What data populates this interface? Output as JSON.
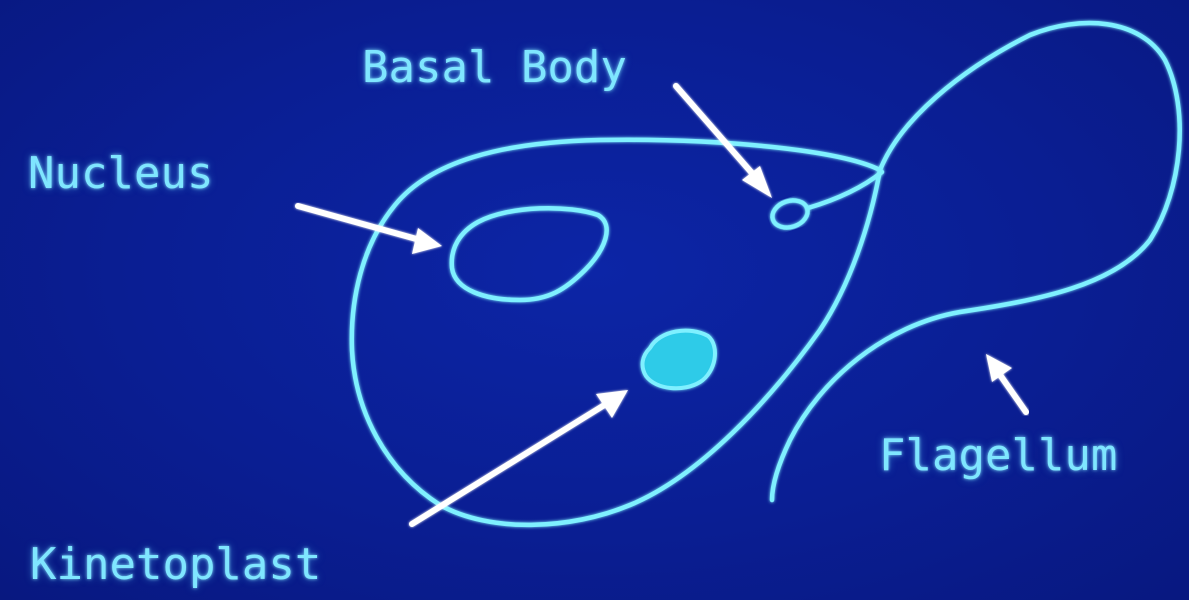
{
  "labels": {
    "basal_body": "Basal Body",
    "nucleus": "Nucleus",
    "flagellum": "Flagellum",
    "kinetoplast": "Kinetoplast"
  },
  "colors": {
    "background": "#0a1e8f",
    "outline": "#7ff0ff",
    "arrow": "#ffffff",
    "label_text": "#7fe6ff"
  }
}
